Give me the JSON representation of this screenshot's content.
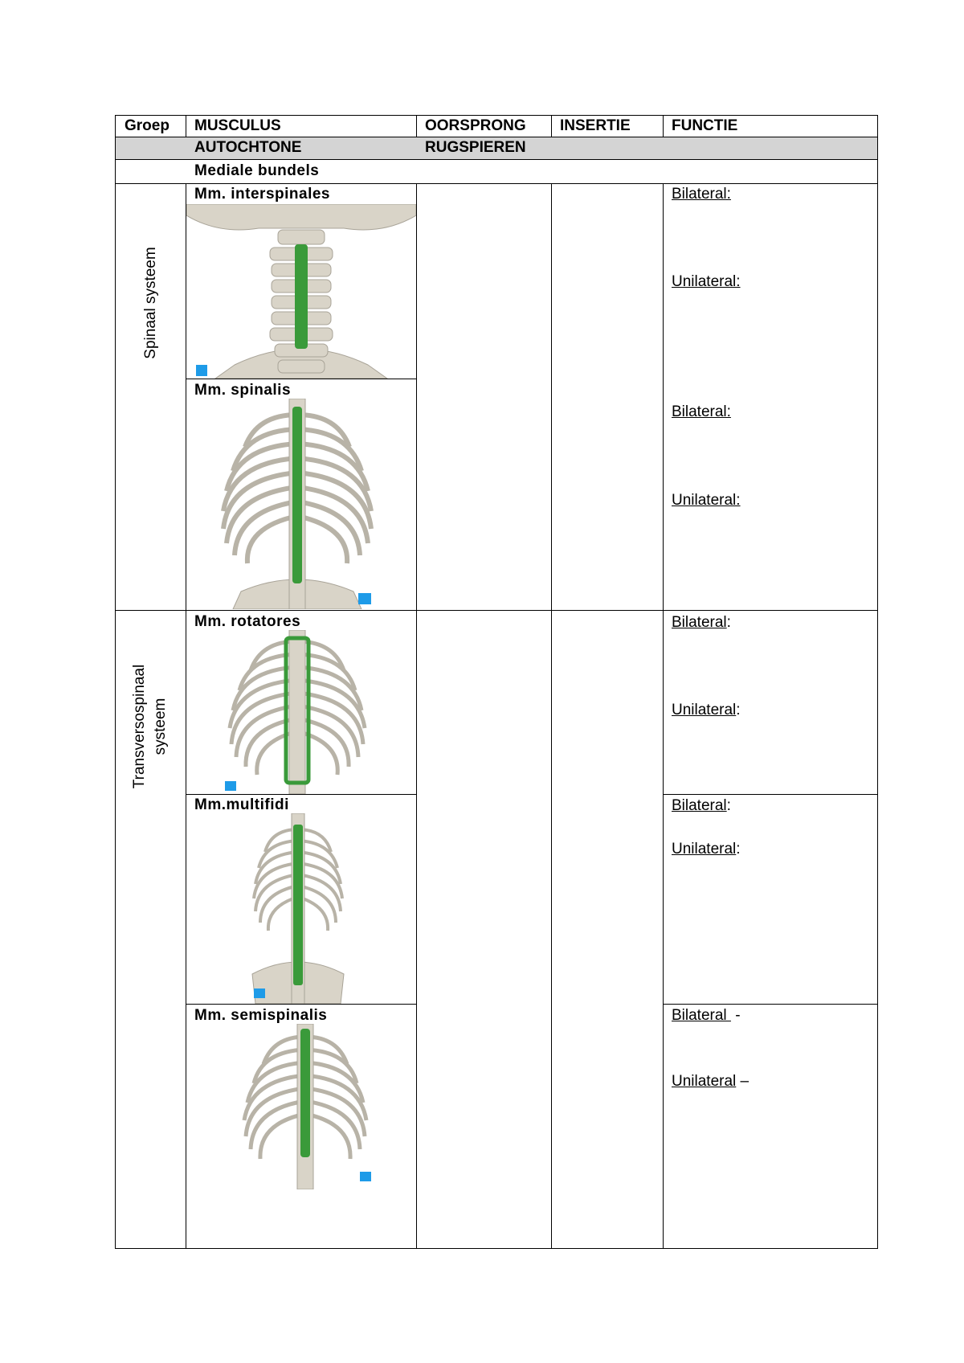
{
  "header": {
    "groep": "Groep",
    "musculus": "MUSCULUS",
    "oorsprong": "OORSPRONG",
    "insertie": "INSERTIE",
    "functie": "FUNCTIE"
  },
  "section": {
    "left": "AUTOCHTONE",
    "right": "RUGSPIEREN",
    "subheading": "Mediale bundels"
  },
  "groups": {
    "spinaal": "Spinaal systeem",
    "transverso_line1": "Transversospinaal",
    "transverso_line2": "systeem"
  },
  "muscles": [
    {
      "name": "Mm. interspinales",
      "image": "cervical-spine-illustration"
    },
    {
      "name": "Mm. spinalis",
      "image": "rib-cage-illustration"
    },
    {
      "name": "Mm. rotatores",
      "image": "rib-cage-illustration"
    },
    {
      "name": "Mm.multifidi",
      "image": "rib-cage-pelvis-illustration"
    },
    {
      "name": "Mm. semispinalis",
      "image": "rib-cage-illustration"
    }
  ],
  "functions": {
    "f1_bi": "Bilateral:",
    "f1_uni": "Unilateral:",
    "f2_bi": "Bilateral:",
    "f2_uni": "Unilateral:",
    "f3_bi": "Bilateral",
    "f3_bi_colon": ":",
    "f3_uni": "Unilateral",
    "f3_uni_colon": ":",
    "f4_bi": "Bilateral",
    "f4_bi_colon": ":",
    "f4_uni": "Unilateral",
    "f4_uni_colon": ":",
    "f5_bi": "Bilateral ",
    "f5_bi_suffix": " -",
    "f5_uni": "Unilateral",
    "f5_uni_suffix": " –"
  },
  "colors": {
    "bone": "#d9d4c8",
    "bone_shade": "#a8a397",
    "muscle": "#3a9a3a",
    "badge": "#1e9be8",
    "header_band": "#d4d4d4"
  }
}
